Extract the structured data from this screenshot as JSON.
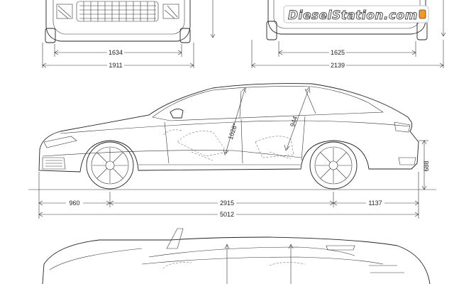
{
  "watermark": {
    "text": "DieselStation.com"
  },
  "corner_text": "",
  "dimensions": {
    "front_track": "1634",
    "front_width": "1911",
    "rear_track": "1625",
    "rear_width_mirrors": "2139",
    "front_overhang": "960",
    "wheelbase": "2915",
    "rear_overhang": "1137",
    "overall_length": "5012",
    "front_headroom": "1028*",
    "rear_headroom": "944",
    "height": "688"
  }
}
